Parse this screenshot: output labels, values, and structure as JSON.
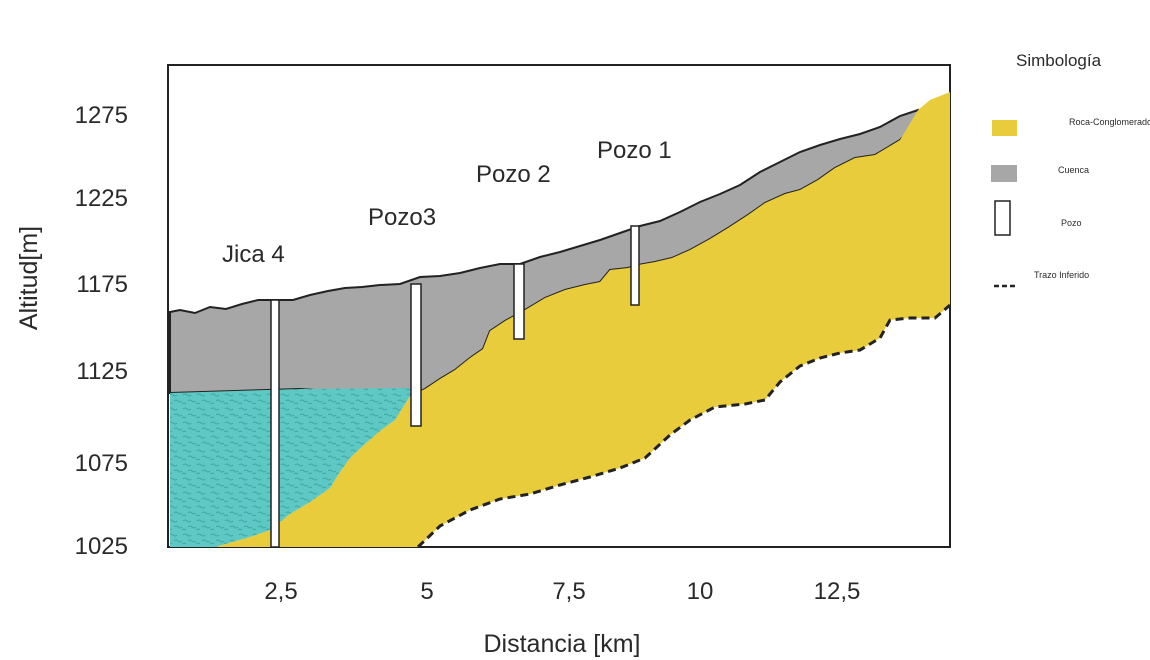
{
  "chart_data": {
    "type": "cross-section",
    "xlabel": "Distancia [km]",
    "ylabel": "Altitud[m]",
    "x_ticks": [
      "2,5",
      "5",
      "7,5",
      "10",
      "12,5"
    ],
    "y_ticks": [
      "1275",
      "1225",
      "1175",
      "1125",
      "1075",
      "1025"
    ],
    "grid": false,
    "wells": [
      {
        "label": "Jica 4"
      },
      {
        "label": "Pozo3"
      },
      {
        "label": "Pozo 2"
      },
      {
        "label": "Pozo 1"
      }
    ],
    "legend": {
      "title": "Simbología",
      "placement": "right",
      "items": [
        {
          "label": "Roca-Conglomerado",
          "color": "#e8cc3c"
        },
        {
          "label": "Cuenca",
          "color": "#a7a7a7"
        },
        {
          "label": "Pozo",
          "color": "#ffffff"
        },
        {
          "label": "Trazo Inferido",
          "color": "#222222"
        }
      ]
    },
    "colors": {
      "rock": "#e8cc3c",
      "basin": "#a7a7a7",
      "water": "#5ec9c4",
      "outline": "#222222"
    }
  }
}
